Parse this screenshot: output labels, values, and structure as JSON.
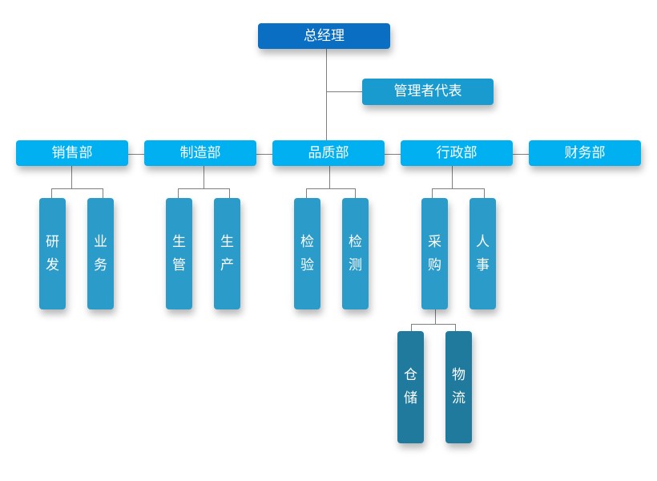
{
  "diagram": {
    "type": "organization-chart",
    "colors": {
      "ceo": "#0a6fc2",
      "representative": "#1a9bd0",
      "department": "#00b0f0",
      "section": "#2b9bc9",
      "subsection": "#1f7a9e",
      "connector": "#7f7f7f",
      "text": "#ffffff"
    },
    "root": {
      "label": "总经理"
    },
    "representative": {
      "label": "管理者代表"
    },
    "departments": [
      {
        "label": "销售部",
        "children": [
          {
            "label": "研发"
          },
          {
            "label": "业务"
          }
        ]
      },
      {
        "label": "制造部",
        "children": [
          {
            "label": "生管"
          },
          {
            "label": "生产"
          }
        ]
      },
      {
        "label": "品质部",
        "children": [
          {
            "label": "检验"
          },
          {
            "label": "检测"
          }
        ]
      },
      {
        "label": "行政部",
        "children": [
          {
            "label": "采购",
            "children": [
              {
                "label": "仓储"
              },
              {
                "label": "物流"
              }
            ]
          },
          {
            "label": "人事"
          }
        ]
      },
      {
        "label": "财务部",
        "children": []
      }
    ]
  }
}
